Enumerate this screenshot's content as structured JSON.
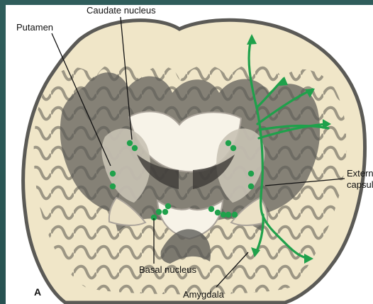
{
  "labels": {
    "caudate_nucleus": "Caudate nucleus",
    "putamen": "Putamen",
    "external_capsule_line1": "Extern",
    "external_capsule_line2": "capsul",
    "basal_nucleus": "Basal nucleus",
    "amygdala": "Amygdala",
    "figure_letter": "A"
  },
  "colors": {
    "background": "#2f5d5b",
    "green": "#1fa14b",
    "white_matter": "#f0e6c8",
    "gray_matter": "#5b5a56"
  }
}
